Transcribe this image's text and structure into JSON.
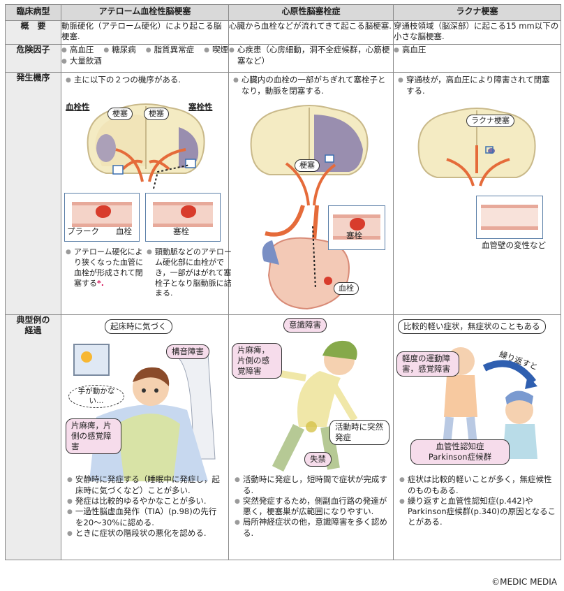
{
  "header": {
    "col0": "臨床病型",
    "col1": "アテローム血栓性脳梗塞",
    "col2": "心原性脳塞栓症",
    "col3": "ラクナ梗塞"
  },
  "overview": {
    "label": "概　要",
    "c1": "動脈硬化（アテローム硬化）により起こる脳梗塞.",
    "c2": "心臓から血栓などが流れてきて起こる脳梗塞.",
    "c3": "穿通枝領域（脳深部）に起こる15 mm以下の小さな脳梗塞."
  },
  "risk": {
    "label": "危険因子",
    "c1": [
      "高血圧",
      "糖尿病",
      "脂質異常症",
      "喫煙",
      "大量飲酒"
    ],
    "c2": "心疾患（心房細動，洞不全症候群，心筋梗塞など）",
    "c3": "高血圧"
  },
  "mechanism": {
    "label": "発生機序",
    "c1_top": "主に以下の２つの機序がある.",
    "c1_thrombotic": "血栓性",
    "c1_embolic": "塞栓性",
    "c1_infarct1": "梗塞",
    "c1_infarct2": "梗塞",
    "c1_plaque": "プラーク",
    "c1_thrombus": "血栓",
    "c1_embolus": "塞栓",
    "c1_left_a": "アテローム硬化により狭くなった血管に血栓が形成されて閉塞する",
    "c1_left_mark": "*.",
    "c1_right": "頸動脈などのアテローム硬化部に血栓ができ，一部がはがれて塞栓子となり脳動脈に詰まる.",
    "c2_top": "心臓内の血栓の一部がちぎれて塞栓子となり，動脈を閉塞する.",
    "c2_infarct": "梗塞",
    "c2_embolus": "塞栓",
    "c2_thrombus": "血栓",
    "c3_top": "穿通枝が，高血圧により障害されて閉塞する.",
    "c3_lacunar": "ラクナ梗塞",
    "c3_vessel_change": "血管壁の変性など"
  },
  "course": {
    "label": "典型例の経過",
    "c1_wake": "起床時に気づく",
    "c1_dysarthria": "構音障害",
    "c1_hand": "手が動かない…",
    "c1_hemi": "片麻痺，片側の感覚障害",
    "c1_points": [
      "安静時に発症する（睡眠中に発症し，起床時に気づくなど）ことが多い.",
      "発症は比較的ゆるやかなことが多い.",
      "一過性脳虚血発作（TIA）(p.98)の先行を20～30%に認める.",
      "ときに症状の階段状の悪化を認める."
    ],
    "c2_consc": "意識障害",
    "c2_hemi": "片麻痺，片側の感覚障害",
    "c2_sudden": "活動時に突然発症",
    "c2_incont": "失禁",
    "c2_points": [
      "活動時に発症し，短時間で症状が完成する.",
      "突然発症するため，側副血行路の発達が悪く，梗塞巣が広範囲になりやすい.",
      "局所神経症状の他，意識障害を多く認める."
    ],
    "c3_mild": "比較的軽い症状，無症状のこともある",
    "c3_mild_motor": "軽度の運動障害，感覚障害",
    "c3_repeat": "繰り返すと",
    "c3_vasc": "血管性認知症 Parkinson症候群",
    "c3_points": [
      "症状は比較的軽いことが多く，無症候性のものもある.",
      "繰り返すと血管性認知症(p.442)やParkinson症候群(p.340)の原因となることがある."
    ]
  },
  "footer": "©MEDIC MEDIA",
  "colors": {
    "accent_purple": "#7b6fa8",
    "artery": "#e56b3a",
    "clot": "#d83c2c",
    "header_bg": "#d9d9d9"
  }
}
